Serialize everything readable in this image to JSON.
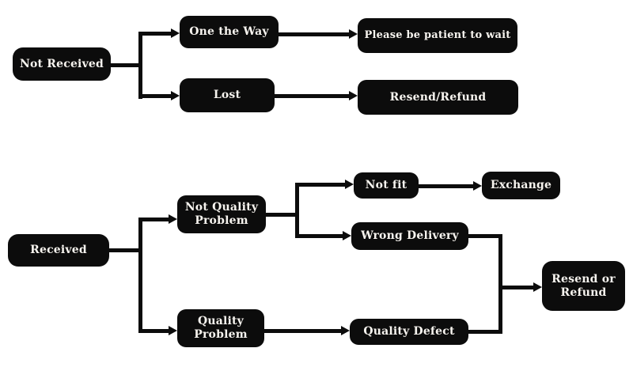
{
  "diagram_title": "",
  "colors": {
    "node_fill": "#0c0c0c",
    "node_text": "#f7f4ef",
    "connector": "#0c0c0c",
    "background": "#ffffff"
  },
  "nodes": {
    "not_received": {
      "label": "Not Received"
    },
    "one_the_way": {
      "label": "One the Way"
    },
    "lost": {
      "label": "Lost"
    },
    "please_wait": {
      "label": "Please be patient to wait"
    },
    "resend_slash_refund": {
      "label": "Resend/Refund"
    },
    "received": {
      "label": "Received"
    },
    "not_quality_problem": {
      "label": "Not Quality\nProblem"
    },
    "quality_problem": {
      "label": "Quality\nProblem"
    },
    "not_fit": {
      "label": "Not fit"
    },
    "exchange": {
      "label": "Exchange"
    },
    "wrong_delivery": {
      "label": "Wrong Delivery"
    },
    "quality_defect": {
      "label": "Quality Defect"
    },
    "resend_or_refund": {
      "label": "Resend or\nRefund"
    }
  },
  "edges": [
    {
      "from": "Not Received",
      "to": "One the Way"
    },
    {
      "from": "Not Received",
      "to": "Lost"
    },
    {
      "from": "One the Way",
      "to": "Please be patient to wait"
    },
    {
      "from": "Lost",
      "to": "Resend/Refund"
    },
    {
      "from": "Received",
      "to": "Not Quality Problem"
    },
    {
      "from": "Received",
      "to": "Quality Problem"
    },
    {
      "from": "Not Quality Problem",
      "to": "Not fit"
    },
    {
      "from": "Not Quality Problem",
      "to": "Wrong Delivery"
    },
    {
      "from": "Not fit",
      "to": "Exchange"
    },
    {
      "from": "Wrong Delivery",
      "to": "Resend or Refund"
    },
    {
      "from": "Quality Problem",
      "to": "Quality Defect"
    },
    {
      "from": "Quality Defect",
      "to": "Resend or Refund"
    }
  ]
}
